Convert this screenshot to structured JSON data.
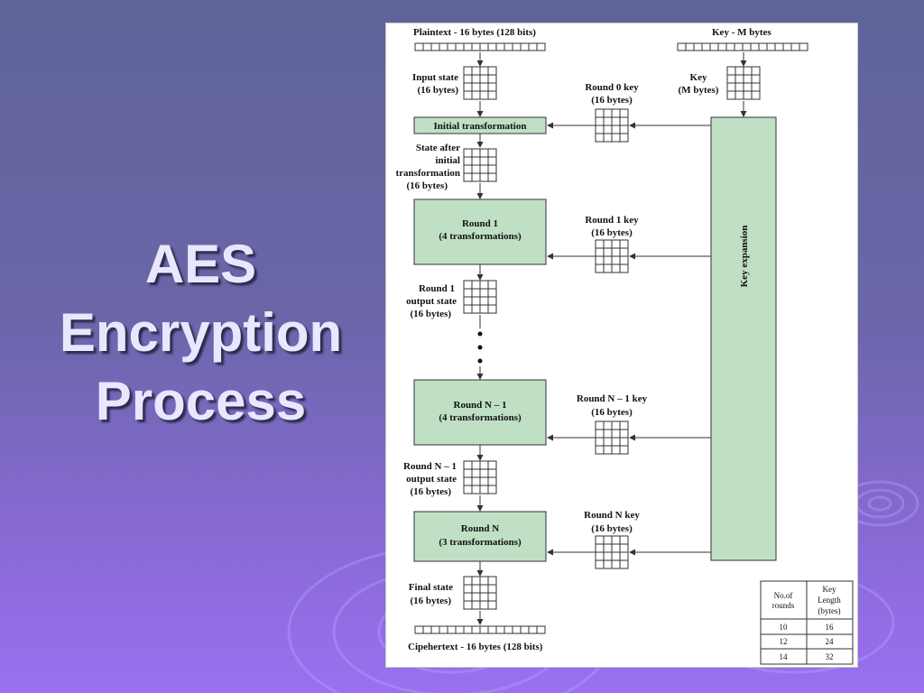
{
  "slide": {
    "title_lines": [
      "AES",
      "Encryption",
      "Process"
    ]
  },
  "diagram": {
    "plaintext_label": "Plaintext - 16 bytes (128 bits)",
    "key_label": "Key - M bytes",
    "input_state": [
      "Input state",
      "(16 bytes)"
    ],
    "key_small": [
      "Key",
      "(M bytes)"
    ],
    "round0_key": [
      "Round 0 key",
      "(16 bytes)"
    ],
    "initial_transformation": "Initial transformation",
    "state_after_initial": [
      "State after",
      "initial",
      "transformation",
      "(16 bytes)"
    ],
    "round1_box": [
      "Round 1",
      "(4 transformations)"
    ],
    "round1_key": [
      "Round 1 key",
      "(16 bytes)"
    ],
    "round1_output": [
      "Round 1",
      "output state",
      "(16 bytes)"
    ],
    "key_expansion": "Key expansion",
    "roundN1_box": [
      "Round N – 1",
      "(4 transformations)"
    ],
    "roundN1_key": [
      "Round N – 1 key",
      "(16 bytes)"
    ],
    "roundN1_output": [
      "Round N – 1",
      "output state",
      "(16 bytes)"
    ],
    "roundN_box": [
      "Round N",
      "(3 transformations)"
    ],
    "roundN_key": [
      "Round N key",
      "(16 bytes)"
    ],
    "final_state": [
      "Final state",
      "(16 bytes)"
    ],
    "ciphertext_label": "Cipehertext - 16 bytes (128 bits)"
  },
  "key_table": {
    "headers": [
      "No.of rounds",
      "Key Length (bytes)"
    ],
    "header_lines": [
      [
        "No.of",
        "rounds"
      ],
      [
        "Key",
        "Length",
        "(bytes)"
      ]
    ],
    "rows": [
      [
        "10",
        "16"
      ],
      [
        "12",
        "24"
      ],
      [
        "14",
        "32"
      ]
    ]
  }
}
